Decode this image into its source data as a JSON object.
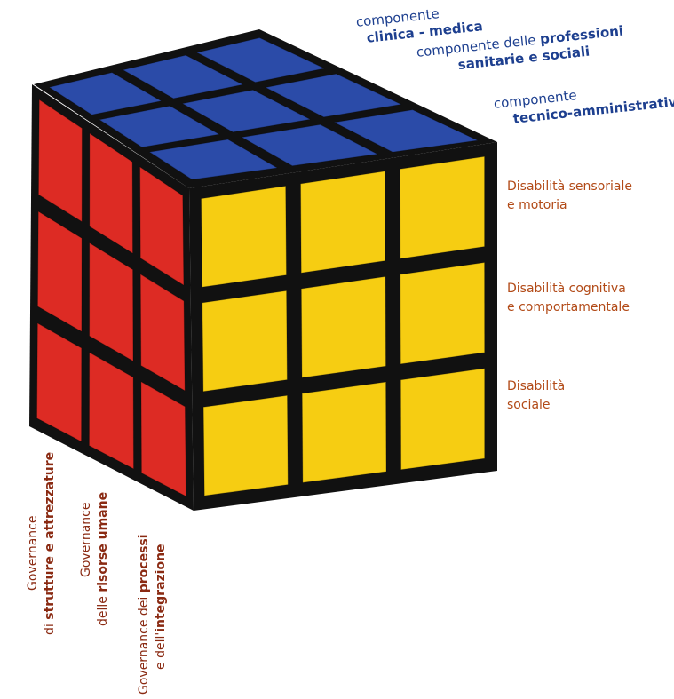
{
  "colors": {
    "top_face": "#2b4ba8",
    "front_face": "#f6cd12",
    "left_face": "#dd2b24",
    "body": "#111111",
    "blue_text": "#1d3f8f",
    "brown_text": "#b24a17",
    "dark_red_text": "#8a2a12"
  },
  "top_labels": [
    {
      "line1": "componente",
      "line2_bold": "clinica - medica",
      "line2_rest": ""
    },
    {
      "line1": "componente delle ",
      "line1_bold": "professioni",
      "line2_bold": "sanitarie e sociali"
    },
    {
      "line1": "componente",
      "line2_bold": "tecnico-amministrativa"
    }
  ],
  "right_labels": [
    {
      "line1": "Disabilità sensoriale",
      "line2": "e motoria"
    },
    {
      "line1": "Disabilità cognitiva",
      "line2": "e comportamentale"
    },
    {
      "line1": "Disabilità",
      "line2": "sociale"
    }
  ],
  "bottom_labels": [
    {
      "line1": "Governance",
      "line2_prefix": "di ",
      "line2_bold": "strutture e attrezzature"
    },
    {
      "line1": "Governance",
      "line2_prefix": "delle ",
      "line2_bold": "risorse umane"
    },
    {
      "line1_prefix": "Governance  dei ",
      "line1_bold": "processi",
      "line2_prefix": "e dell'",
      "line2_bold": "integrazione"
    }
  ]
}
